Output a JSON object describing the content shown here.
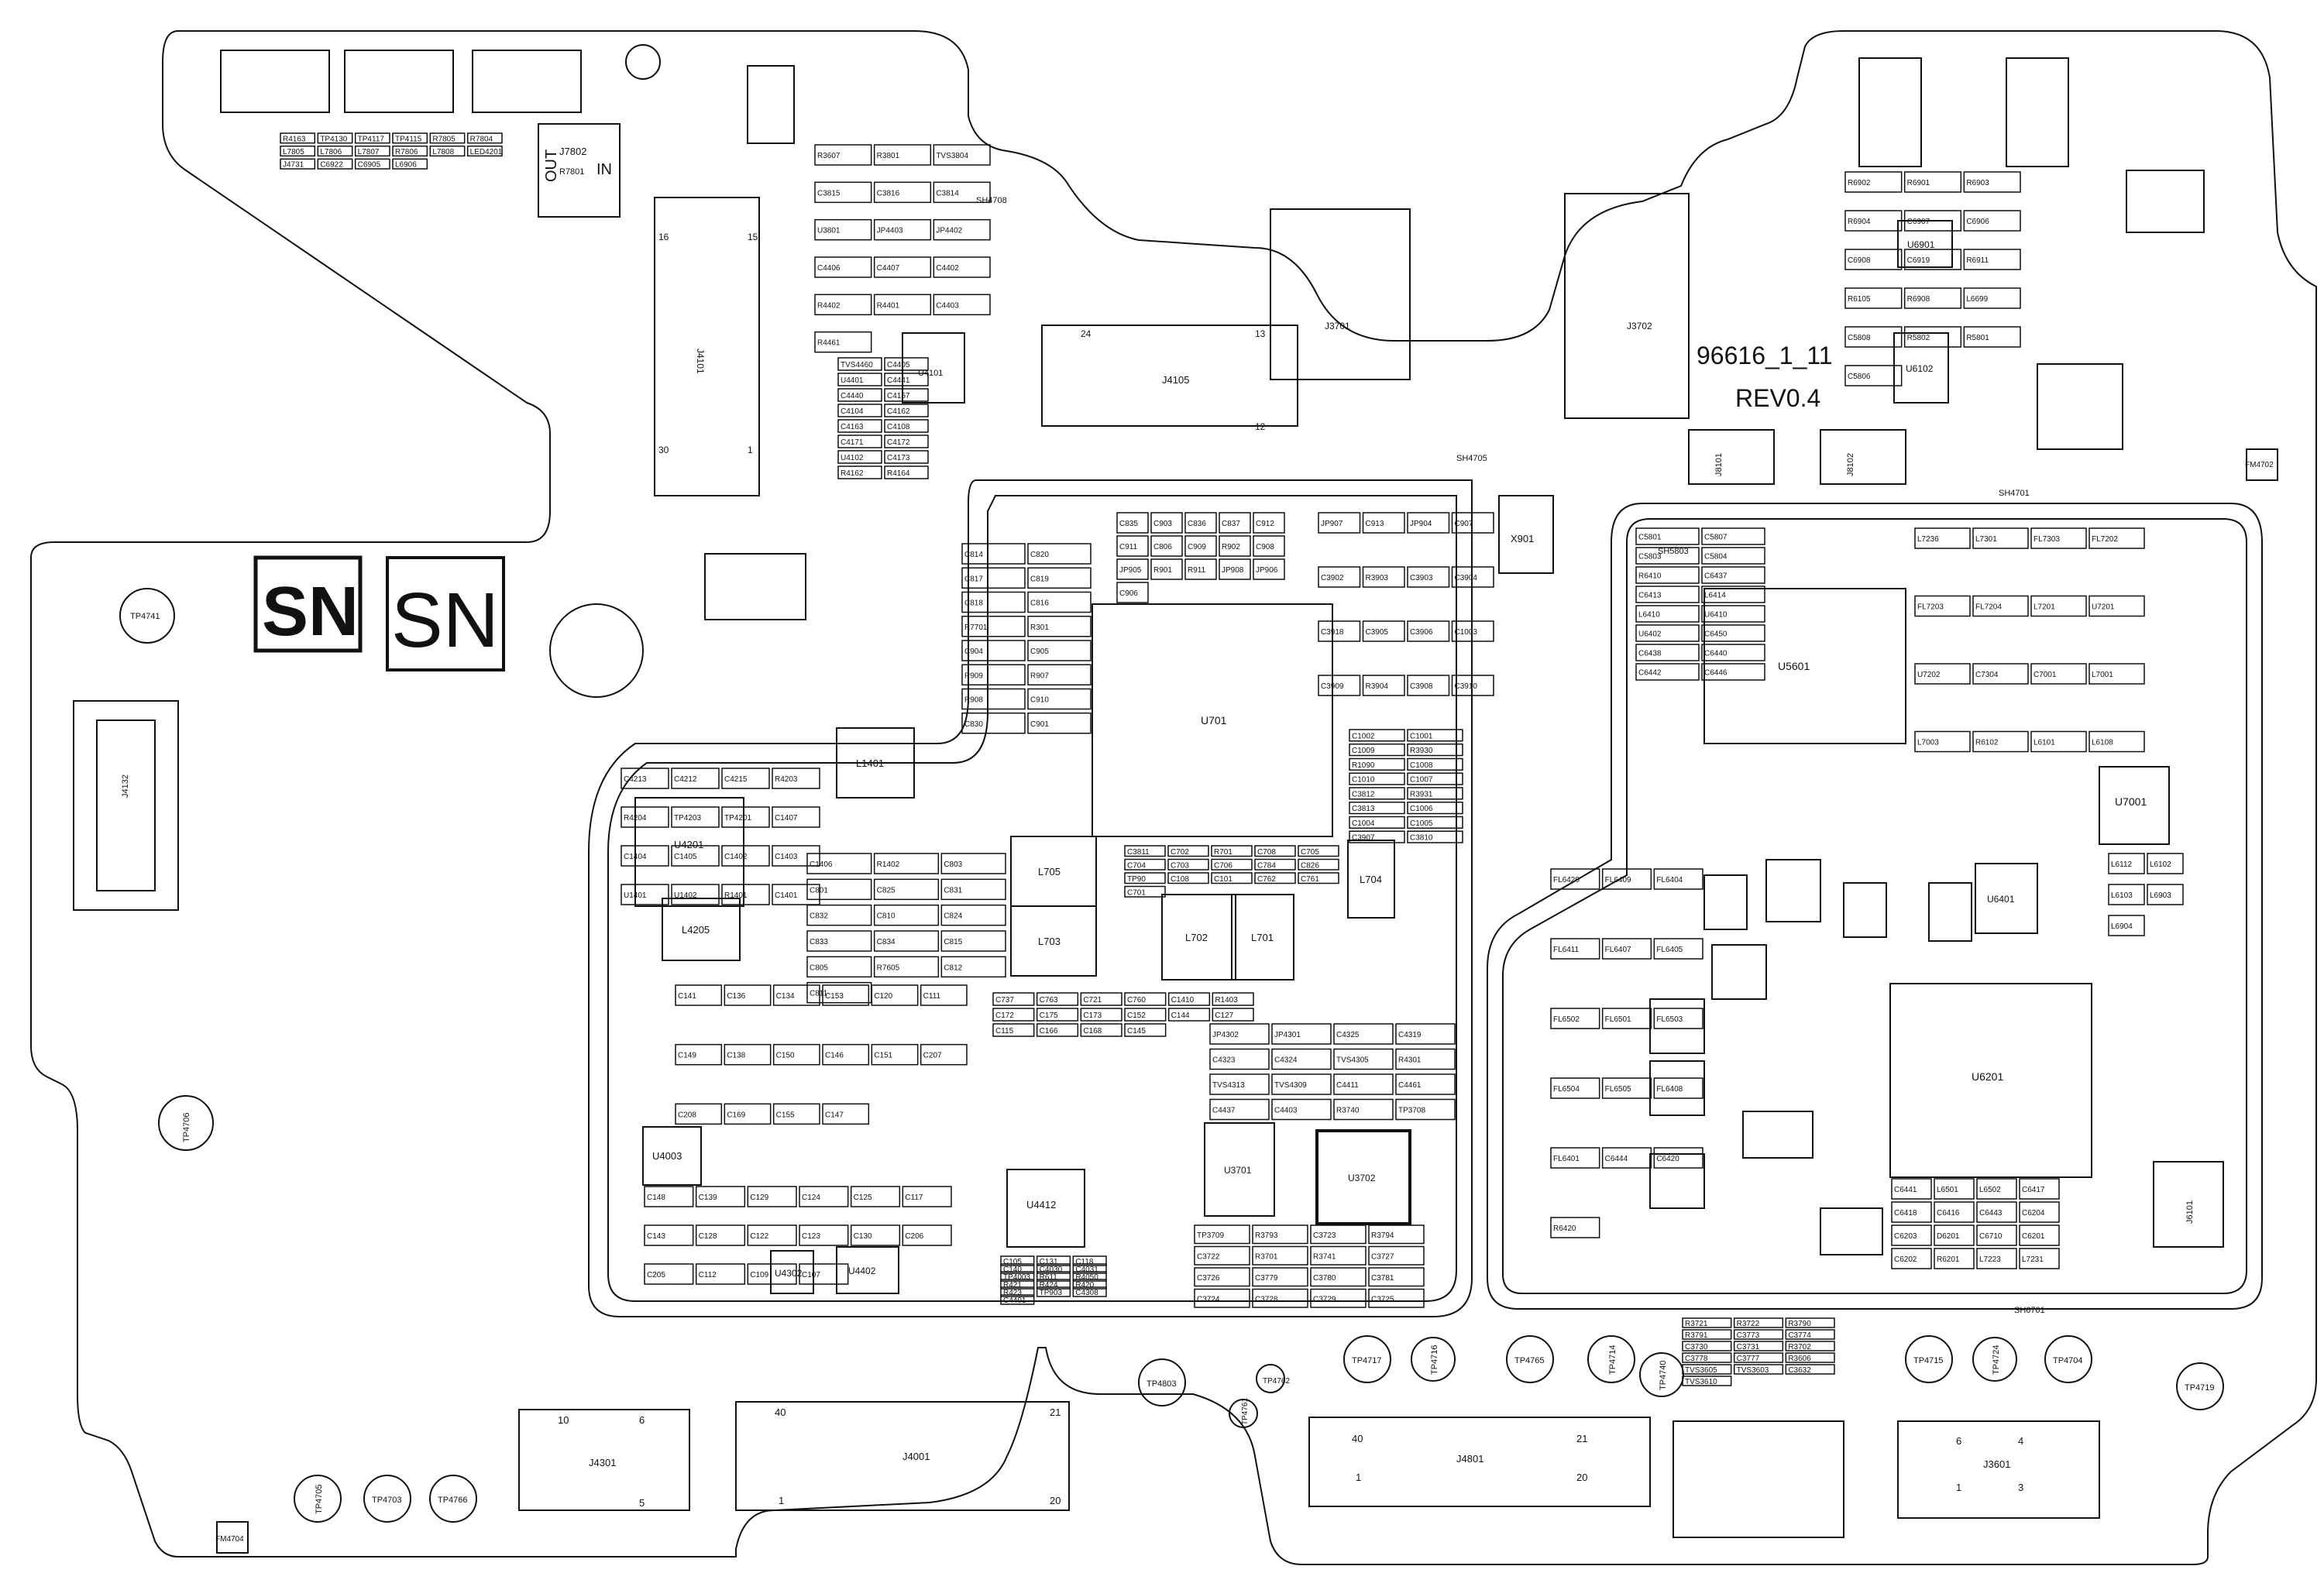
{
  "board_marking": {
    "part_number": "96616_1_11",
    "revision": "REV0.4"
  },
  "sn_boxes": [
    "SN",
    "SN"
  ],
  "large_components": [
    {
      "ref": "U701"
    },
    {
      "ref": "U5601"
    },
    {
      "ref": "U6201"
    },
    {
      "ref": "U7001"
    },
    {
      "ref": "U4412"
    },
    {
      "ref": "U3701"
    },
    {
      "ref": "U3702"
    },
    {
      "ref": "U4201"
    },
    {
      "ref": "U4101"
    },
    {
      "ref": "X901"
    },
    {
      "ref": "L1401"
    },
    {
      "ref": "L4205"
    },
    {
      "ref": "L705"
    },
    {
      "ref": "L703"
    },
    {
      "ref": "L702"
    },
    {
      "ref": "L701"
    },
    {
      "ref": "L704"
    },
    {
      "ref": "U4003"
    },
    {
      "ref": "U4302"
    },
    {
      "ref": "U4402"
    },
    {
      "ref": "U6401"
    },
    {
      "ref": "U6102"
    },
    {
      "ref": "U6901"
    }
  ],
  "connectors": [
    {
      "ref": "J4101",
      "pins": [
        "16",
        "15",
        "30",
        "1"
      ]
    },
    {
      "ref": "J4105",
      "pins": [
        "24",
        "13",
        "12"
      ]
    },
    {
      "ref": "J4301",
      "pins": [
        "10",
        "6",
        "5"
      ]
    },
    {
      "ref": "J4001",
      "pins": [
        "40",
        "21",
        "1",
        "20"
      ]
    },
    {
      "ref": "J4801",
      "pins": [
        "40",
        "21",
        "1",
        "20"
      ]
    },
    {
      "ref": "J3601",
      "pins": [
        "6",
        "4",
        "1",
        "3"
      ]
    },
    {
      "ref": "J4132"
    },
    {
      "ref": "J3701"
    },
    {
      "ref": "J3702"
    },
    {
      "ref": "J7802"
    },
    {
      "ref": "J8101"
    },
    {
      "ref": "J8102"
    },
    {
      "ref": "J6101"
    }
  ],
  "j7802_labels": {
    "out": "OUT",
    "in": "IN",
    "res": "R7801"
  },
  "test_points": [
    {
      "ref": "TP4741"
    },
    {
      "ref": "TP4706"
    },
    {
      "ref": "TP4705"
    },
    {
      "ref": "TP4703"
    },
    {
      "ref": "TP4766"
    },
    {
      "ref": "TP4803"
    },
    {
      "ref": "TP4717"
    },
    {
      "ref": "TP4716"
    },
    {
      "ref": "TP4765"
    },
    {
      "ref": "TP4714"
    },
    {
      "ref": "TP4740"
    },
    {
      "ref": "TP4715"
    },
    {
      "ref": "TP4724"
    },
    {
      "ref": "TP4704"
    },
    {
      "ref": "TP4719"
    },
    {
      "ref": "TP4762"
    },
    {
      "ref": "TP4761"
    }
  ],
  "fiducials": [
    {
      "ref": "FM4704"
    },
    {
      "ref": "FM4702"
    }
  ],
  "shields": [
    {
      "ref": "SH4705"
    },
    {
      "ref": "SH4701"
    },
    {
      "ref": "SH6701"
    },
    {
      "ref": "SH5803"
    },
    {
      "ref": "SH4708"
    }
  ],
  "small_parts": [
    {
      "ref": "C4213"
    },
    {
      "ref": "C4212"
    },
    {
      "ref": "C4215"
    },
    {
      "ref": "R4203"
    },
    {
      "ref": "R4204"
    },
    {
      "ref": "TP4203"
    },
    {
      "ref": "TP4201"
    },
    {
      "ref": "C1407"
    },
    {
      "ref": "C1404"
    },
    {
      "ref": "C1405"
    },
    {
      "ref": "C1402"
    },
    {
      "ref": "C1403"
    },
    {
      "ref": "U1401"
    },
    {
      "ref": "U1402"
    },
    {
      "ref": "R1401"
    },
    {
      "ref": "C1401"
    },
    {
      "ref": "C1406"
    },
    {
      "ref": "R1402"
    },
    {
      "ref": "C803"
    },
    {
      "ref": "C801"
    },
    {
      "ref": "C825"
    },
    {
      "ref": "C831"
    },
    {
      "ref": "C832"
    },
    {
      "ref": "C810"
    },
    {
      "ref": "C824"
    },
    {
      "ref": "C833"
    },
    {
      "ref": "C834"
    },
    {
      "ref": "C815"
    },
    {
      "ref": "C805"
    },
    {
      "ref": "R7605"
    },
    {
      "ref": "C812"
    },
    {
      "ref": "C811"
    },
    {
      "ref": "C814"
    },
    {
      "ref": "C820"
    },
    {
      "ref": "C817"
    },
    {
      "ref": "C819"
    },
    {
      "ref": "C818"
    },
    {
      "ref": "C816"
    },
    {
      "ref": "R7701"
    },
    {
      "ref": "R301"
    },
    {
      "ref": "C904"
    },
    {
      "ref": "C905"
    },
    {
      "ref": "R909"
    },
    {
      "ref": "R907"
    },
    {
      "ref": "R908"
    },
    {
      "ref": "C910"
    },
    {
      "ref": "C830"
    },
    {
      "ref": "C901"
    },
    {
      "ref": "C835"
    },
    {
      "ref": "C903"
    },
    {
      "ref": "C836"
    },
    {
      "ref": "C837"
    },
    {
      "ref": "C912"
    },
    {
      "ref": "C911"
    },
    {
      "ref": "C806"
    },
    {
      "ref": "C909"
    },
    {
      "ref": "R902"
    },
    {
      "ref": "C908"
    },
    {
      "ref": "JP905"
    },
    {
      "ref": "R901"
    },
    {
      "ref": "R911"
    },
    {
      "ref": "JP908"
    },
    {
      "ref": "JP906"
    },
    {
      "ref": "C906"
    },
    {
      "ref": "JP907"
    },
    {
      "ref": "C913"
    },
    {
      "ref": "JP904"
    },
    {
      "ref": "C907"
    },
    {
      "ref": "C3902"
    },
    {
      "ref": "R3903"
    },
    {
      "ref": "C3903"
    },
    {
      "ref": "C3904"
    },
    {
      "ref": "C3918"
    },
    {
      "ref": "C3905"
    },
    {
      "ref": "C3906"
    },
    {
      "ref": "C1003"
    },
    {
      "ref": "C3909"
    },
    {
      "ref": "R3904"
    },
    {
      "ref": "C3908"
    },
    {
      "ref": "C3910"
    },
    {
      "ref": "C1002"
    },
    {
      "ref": "C1001"
    },
    {
      "ref": "C1009"
    },
    {
      "ref": "R3930"
    },
    {
      "ref": "R1090"
    },
    {
      "ref": "C1008"
    },
    {
      "ref": "C1010"
    },
    {
      "ref": "C1007"
    },
    {
      "ref": "C3812"
    },
    {
      "ref": "R3931"
    },
    {
      "ref": "C3813"
    },
    {
      "ref": "C1006"
    },
    {
      "ref": "C1004"
    },
    {
      "ref": "C1005"
    },
    {
      "ref": "C3907"
    },
    {
      "ref": "C3810"
    },
    {
      "ref": "C3811"
    },
    {
      "ref": "C702"
    },
    {
      "ref": "R701"
    },
    {
      "ref": "C708"
    },
    {
      "ref": "C705"
    },
    {
      "ref": "C704"
    },
    {
      "ref": "C703"
    },
    {
      "ref": "C706"
    },
    {
      "ref": "C784"
    },
    {
      "ref": "C826"
    },
    {
      "ref": "TP90"
    },
    {
      "ref": "C108"
    },
    {
      "ref": "C101"
    },
    {
      "ref": "C762"
    },
    {
      "ref": "C761"
    },
    {
      "ref": "C701"
    },
    {
      "ref": "C737"
    },
    {
      "ref": "C763"
    },
    {
      "ref": "C721"
    },
    {
      "ref": "C760"
    },
    {
      "ref": "C1410"
    },
    {
      "ref": "R1403"
    },
    {
      "ref": "C172"
    },
    {
      "ref": "C175"
    },
    {
      "ref": "C173"
    },
    {
      "ref": "C152"
    },
    {
      "ref": "C144"
    },
    {
      "ref": "C127"
    },
    {
      "ref": "C115"
    },
    {
      "ref": "C166"
    },
    {
      "ref": "C168"
    },
    {
      "ref": "C145"
    },
    {
      "ref": "C141"
    },
    {
      "ref": "C136"
    },
    {
      "ref": "C134"
    },
    {
      "ref": "C153"
    },
    {
      "ref": "C120"
    },
    {
      "ref": "C111"
    },
    {
      "ref": "C149"
    },
    {
      "ref": "C138"
    },
    {
      "ref": "C150"
    },
    {
      "ref": "C146"
    },
    {
      "ref": "C151"
    },
    {
      "ref": "C207"
    },
    {
      "ref": "C208"
    },
    {
      "ref": "C169"
    },
    {
      "ref": "C155"
    },
    {
      "ref": "C147"
    },
    {
      "ref": "C148"
    },
    {
      "ref": "C139"
    },
    {
      "ref": "C129"
    },
    {
      "ref": "C124"
    },
    {
      "ref": "C125"
    },
    {
      "ref": "C117"
    },
    {
      "ref": "C143"
    },
    {
      "ref": "C128"
    },
    {
      "ref": "C122"
    },
    {
      "ref": "C123"
    },
    {
      "ref": "C130"
    },
    {
      "ref": "C206"
    },
    {
      "ref": "C205"
    },
    {
      "ref": "C112"
    },
    {
      "ref": "C109"
    },
    {
      "ref": "C107"
    },
    {
      "ref": "C105"
    },
    {
      "ref": "C131"
    },
    {
      "ref": "C118"
    },
    {
      "ref": "C140"
    },
    {
      "ref": "C4030"
    },
    {
      "ref": "C4031"
    },
    {
      "ref": "TP4003"
    },
    {
      "ref": "R611"
    },
    {
      "ref": "R4050"
    },
    {
      "ref": "R421"
    },
    {
      "ref": "R424"
    },
    {
      "ref": "R420"
    },
    {
      "ref": "R423"
    },
    {
      "ref": "TP903"
    },
    {
      "ref": "C4308"
    },
    {
      "ref": "C4401"
    },
    {
      "ref": "JP4302"
    },
    {
      "ref": "JP4301"
    },
    {
      "ref": "C4325"
    },
    {
      "ref": "C4319"
    },
    {
      "ref": "C4323"
    },
    {
      "ref": "C4324"
    },
    {
      "ref": "TVS4305"
    },
    {
      "ref": "R4301"
    },
    {
      "ref": "TVS4313"
    },
    {
      "ref": "TVS4309"
    },
    {
      "ref": "C4411"
    },
    {
      "ref": "C4461"
    },
    {
      "ref": "C4437"
    },
    {
      "ref": "C4403"
    },
    {
      "ref": "R3740"
    },
    {
      "ref": "TP3708"
    },
    {
      "ref": "TP3709"
    },
    {
      "ref": "R3793"
    },
    {
      "ref": "C3723"
    },
    {
      "ref": "R3794"
    },
    {
      "ref": "C3722"
    },
    {
      "ref": "R3701"
    },
    {
      "ref": "R3741"
    },
    {
      "ref": "C3727"
    },
    {
      "ref": "C3726"
    },
    {
      "ref": "C3779"
    },
    {
      "ref": "C3780"
    },
    {
      "ref": "C3781"
    },
    {
      "ref": "C3724"
    },
    {
      "ref": "C3728"
    },
    {
      "ref": "C3729"
    },
    {
      "ref": "C3725"
    },
    {
      "ref": "R3721"
    },
    {
      "ref": "R3722"
    },
    {
      "ref": "R3790"
    },
    {
      "ref": "R3791"
    },
    {
      "ref": "C3773"
    },
    {
      "ref": "C3774"
    },
    {
      "ref": "C3730"
    },
    {
      "ref": "C3731"
    },
    {
      "ref": "R3702"
    },
    {
      "ref": "C3778"
    },
    {
      "ref": "C3777"
    },
    {
      "ref": "R3606"
    },
    {
      "ref": "TVS3605"
    },
    {
      "ref": "TVS3603"
    },
    {
      "ref": "C3632"
    },
    {
      "ref": "TVS3610"
    },
    {
      "ref": "R3607"
    },
    {
      "ref": "R3801"
    },
    {
      "ref": "TVS3804"
    },
    {
      "ref": "C3815"
    },
    {
      "ref": "C3816"
    },
    {
      "ref": "C3814"
    },
    {
      "ref": "U3801"
    },
    {
      "ref": "JP4403"
    },
    {
      "ref": "JP4402"
    },
    {
      "ref": "C4406"
    },
    {
      "ref": "C4407"
    },
    {
      "ref": "C4402"
    },
    {
      "ref": "R4402"
    },
    {
      "ref": "R4401"
    },
    {
      "ref": "C4403"
    },
    {
      "ref": "R4461"
    },
    {
      "ref": "TVS4460"
    },
    {
      "ref": "C4405"
    },
    {
      "ref": "U4401"
    },
    {
      "ref": "C4441"
    },
    {
      "ref": "C4440"
    },
    {
      "ref": "C4157"
    },
    {
      "ref": "C4104"
    },
    {
      "ref": "C4162"
    },
    {
      "ref": "C4163"
    },
    {
      "ref": "C4108"
    },
    {
      "ref": "C4171"
    },
    {
      "ref": "C4172"
    },
    {
      "ref": "U4102"
    },
    {
      "ref": "C4173"
    },
    {
      "ref": "R4162"
    },
    {
      "ref": "R4164"
    },
    {
      "ref": "R4163"
    },
    {
      "ref": "TP4130"
    },
    {
      "ref": "TP4117"
    },
    {
      "ref": "TP4115"
    },
    {
      "ref": "R7805"
    },
    {
      "ref": "R7804"
    },
    {
      "ref": "L7805"
    },
    {
      "ref": "L7806"
    },
    {
      "ref": "L7807"
    },
    {
      "ref": "R7806"
    },
    {
      "ref": "L7808"
    },
    {
      "ref": "LED4201"
    },
    {
      "ref": "J4731"
    },
    {
      "ref": "C6922"
    },
    {
      "ref": "C6905"
    },
    {
      "ref": "L6906"
    },
    {
      "ref": "R6902"
    },
    {
      "ref": "R6901"
    },
    {
      "ref": "R6903"
    },
    {
      "ref": "R6904"
    },
    {
      "ref": "C6907"
    },
    {
      "ref": "C6906"
    },
    {
      "ref": "C6908"
    },
    {
      "ref": "C6919"
    },
    {
      "ref": "R6911"
    },
    {
      "ref": "R6105"
    },
    {
      "ref": "R6908"
    },
    {
      "ref": "L6699"
    },
    {
      "ref": "C5808"
    },
    {
      "ref": "R5802"
    },
    {
      "ref": "R5801"
    },
    {
      "ref": "C5806"
    },
    {
      "ref": "C5801"
    },
    {
      "ref": "C5807"
    },
    {
      "ref": "C5803"
    },
    {
      "ref": "C5804"
    },
    {
      "ref": "R6410"
    },
    {
      "ref": "C6437"
    },
    {
      "ref": "C6413"
    },
    {
      "ref": "L6414"
    },
    {
      "ref": "L6410"
    },
    {
      "ref": "U6410"
    },
    {
      "ref": "U6402"
    },
    {
      "ref": "C6450"
    },
    {
      "ref": "C6438"
    },
    {
      "ref": "C6440"
    },
    {
      "ref": "C6442"
    },
    {
      "ref": "C6446"
    },
    {
      "ref": "FL6420"
    },
    {
      "ref": "FL6409"
    },
    {
      "ref": "FL6404"
    },
    {
      "ref": "FL6411"
    },
    {
      "ref": "FL6407"
    },
    {
      "ref": "FL6405"
    },
    {
      "ref": "FL6502"
    },
    {
      "ref": "FL6501"
    },
    {
      "ref": "FL6503"
    },
    {
      "ref": "FL6504"
    },
    {
      "ref": "FL6505"
    },
    {
      "ref": "FL6408"
    },
    {
      "ref": "FL6401"
    },
    {
      "ref": "C6444"
    },
    {
      "ref": "C6420"
    },
    {
      "ref": "R6420"
    },
    {
      "ref": "C6441"
    },
    {
      "ref": "L6501"
    },
    {
      "ref": "L6502"
    },
    {
      "ref": "C6417"
    },
    {
      "ref": "C6418"
    },
    {
      "ref": "C6416"
    },
    {
      "ref": "C6443"
    },
    {
      "ref": "C6204"
    },
    {
      "ref": "C6203"
    },
    {
      "ref": "D6201"
    },
    {
      "ref": "C6710"
    },
    {
      "ref": "C6201"
    },
    {
      "ref": "C6202"
    },
    {
      "ref": "R6201"
    },
    {
      "ref": "L7223"
    },
    {
      "ref": "L7231"
    },
    {
      "ref": "L7236"
    },
    {
      "ref": "L7301"
    },
    {
      "ref": "FL7303"
    },
    {
      "ref": "FL7202"
    },
    {
      "ref": "FL7203"
    },
    {
      "ref": "FL7204"
    },
    {
      "ref": "L7201"
    },
    {
      "ref": "U7201"
    },
    {
      "ref": "U7202"
    },
    {
      "ref": "C7304"
    },
    {
      "ref": "C7001"
    },
    {
      "ref": "L7001"
    },
    {
      "ref": "L7003"
    },
    {
      "ref": "R6102"
    },
    {
      "ref": "L6101"
    },
    {
      "ref": "L6108"
    },
    {
      "ref": "L6112"
    },
    {
      "ref": "L6102"
    },
    {
      "ref": "L6103"
    },
    {
      "ref": "L6903"
    },
    {
      "ref": "L6904"
    }
  ]
}
